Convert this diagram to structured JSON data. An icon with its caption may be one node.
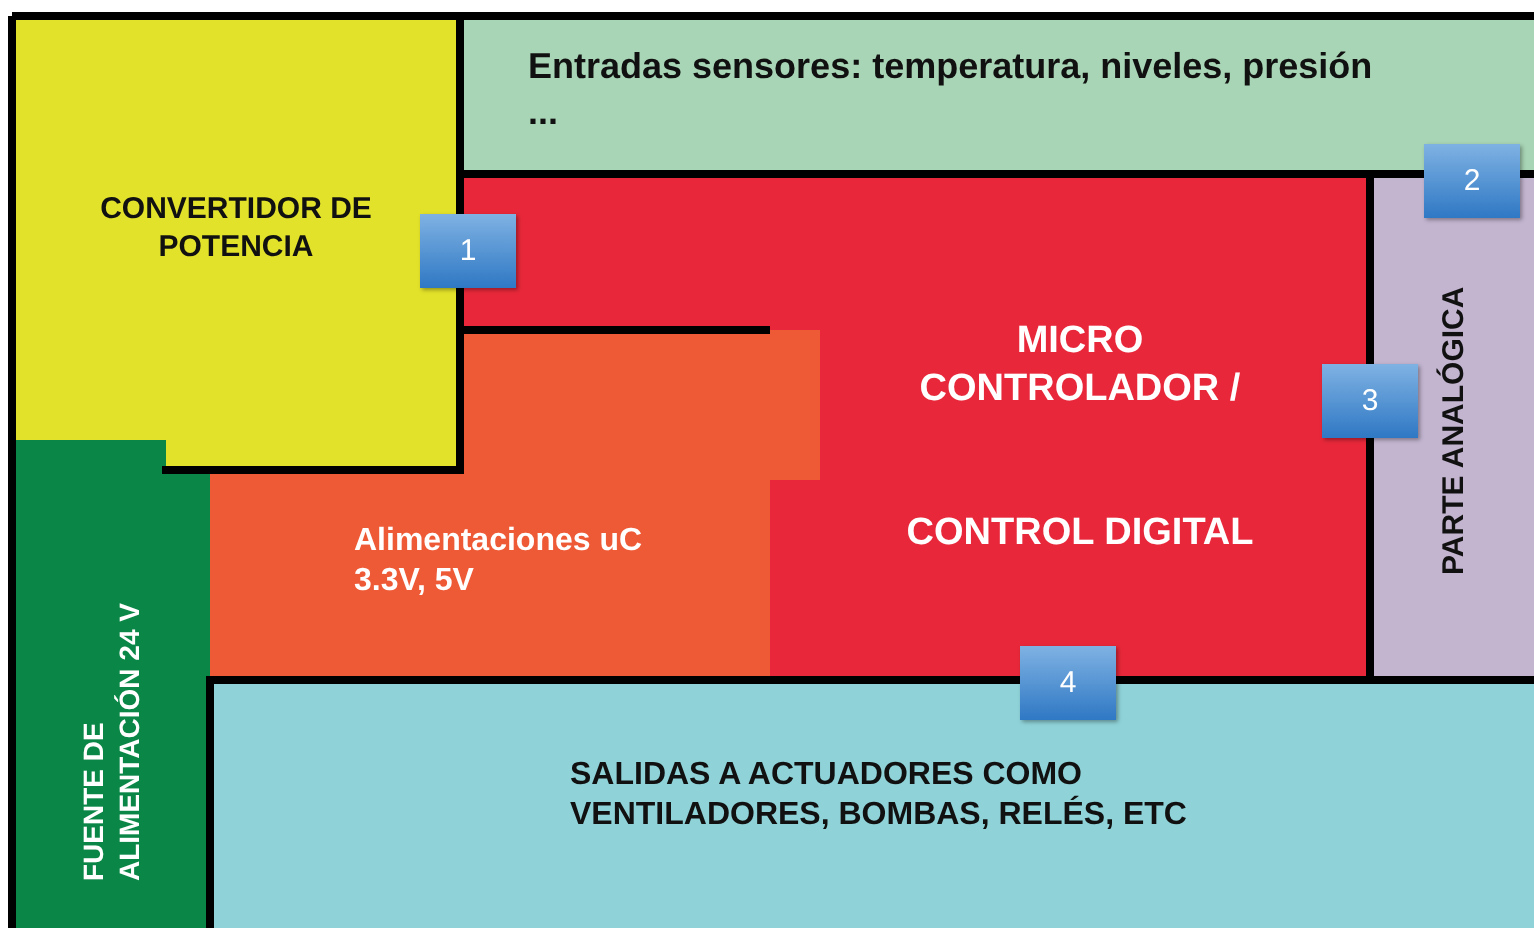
{
  "diagram": {
    "nodes": [
      {
        "text": [
          "CONVERTIDOR DE POTENCIA"
        ]
      },
      {
        "text": [
          "Entradas sensores: temperatura, niveles, presión ..."
        ]
      },
      {
        "text": [
          "MICRO CONTROLADOR /",
          "CONTROL DIGITAL"
        ]
      },
      {
        "text": [
          "PARTE ANALÓGICA"
        ]
      },
      {
        "text": [
          "Alimentaciones uC    3.3V, 5V"
        ]
      },
      {
        "text": [
          "FUENTE DE ALIMENTACIÓN 24 V"
        ]
      },
      {
        "text": [
          "SALIDAS A ACTUADORES COMO VENTILADORES, BOMBAS, RELÉS, ETC"
        ]
      },
      {
        "text": [
          "1"
        ]
      },
      {
        "text": [
          "2"
        ]
      },
      {
        "text": [
          "3"
        ]
      },
      {
        "text": [
          "4"
        ]
      }
    ]
  }
}
